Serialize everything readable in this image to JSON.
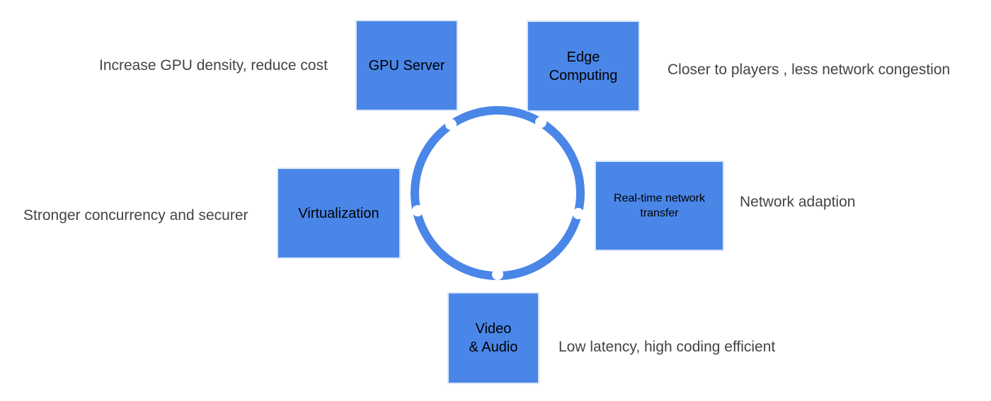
{
  "colors": {
    "box_fill": "#4a86e8",
    "ring": "#4a86e8",
    "box_text": "#000000",
    "desc_text": "#444444",
    "background": "#ffffff"
  },
  "nodes": {
    "gpu_server": {
      "label": "GPU Server",
      "description": "Increase GPU density, reduce cost"
    },
    "edge_computing": {
      "label_line1": "Edge",
      "label_line2": "Computing",
      "description": "Closer to players , less network congestion"
    },
    "realtime_network": {
      "label_line1": "Real-time network",
      "label_line2": "transfer",
      "description": "Network adaption"
    },
    "video_audio": {
      "label_line1": "Video",
      "label_line2": "& Audio",
      "description": "Low latency, high coding efficient"
    },
    "virtualization": {
      "label": "Virtualization",
      "description": "Stronger concurrency and securer"
    }
  }
}
